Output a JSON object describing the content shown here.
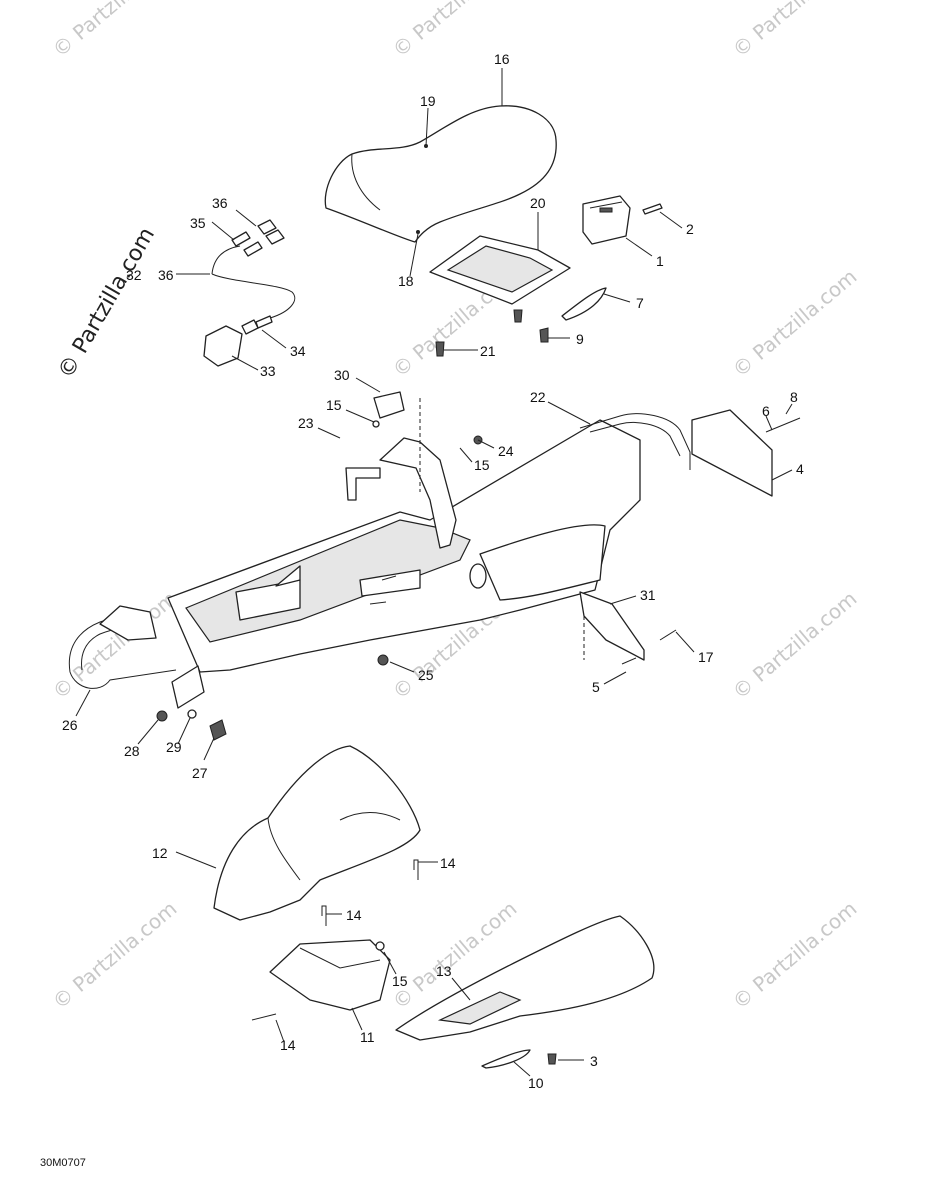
{
  "diagram": {
    "drawing_code": "30M0707",
    "watermark_text": "© Partzilla.com",
    "callouts": [
      "16",
      "19",
      "20",
      "2",
      "1",
      "7",
      "18",
      "9",
      "21",
      "36",
      "35",
      "32",
      "36",
      "34",
      "33",
      "30",
      "22",
      "8",
      "6",
      "4",
      "15",
      "23",
      "24",
      "15",
      "31",
      "17",
      "5",
      "25",
      "26",
      "28",
      "29",
      "27",
      "12",
      "14",
      "14",
      "15",
      "11",
      "14",
      "13",
      "3",
      "10"
    ]
  }
}
